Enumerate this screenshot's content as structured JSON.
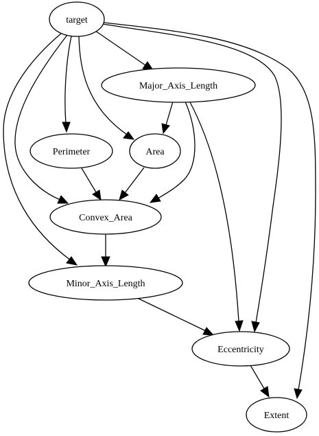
{
  "nodes": {
    "target": "target",
    "major": "Major_Axis_Length",
    "perimeter": "Perimeter",
    "area": "Area",
    "convex": "Convex_Area",
    "minor": "Minor_Axis_Length",
    "eccentricity": "Eccentricity",
    "extent": "Extent"
  },
  "edges": [
    {
      "from": "target",
      "to": "major"
    },
    {
      "from": "target",
      "to": "perimeter"
    },
    {
      "from": "target",
      "to": "area"
    },
    {
      "from": "target",
      "to": "convex"
    },
    {
      "from": "target",
      "to": "minor"
    },
    {
      "from": "target",
      "to": "eccentricity"
    },
    {
      "from": "target",
      "to": "extent"
    },
    {
      "from": "major",
      "to": "area"
    },
    {
      "from": "major",
      "to": "convex"
    },
    {
      "from": "major",
      "to": "eccentricity"
    },
    {
      "from": "perimeter",
      "to": "convex"
    },
    {
      "from": "area",
      "to": "convex"
    },
    {
      "from": "convex",
      "to": "minor"
    },
    {
      "from": "minor",
      "to": "eccentricity"
    },
    {
      "from": "eccentricity",
      "to": "extent"
    }
  ]
}
